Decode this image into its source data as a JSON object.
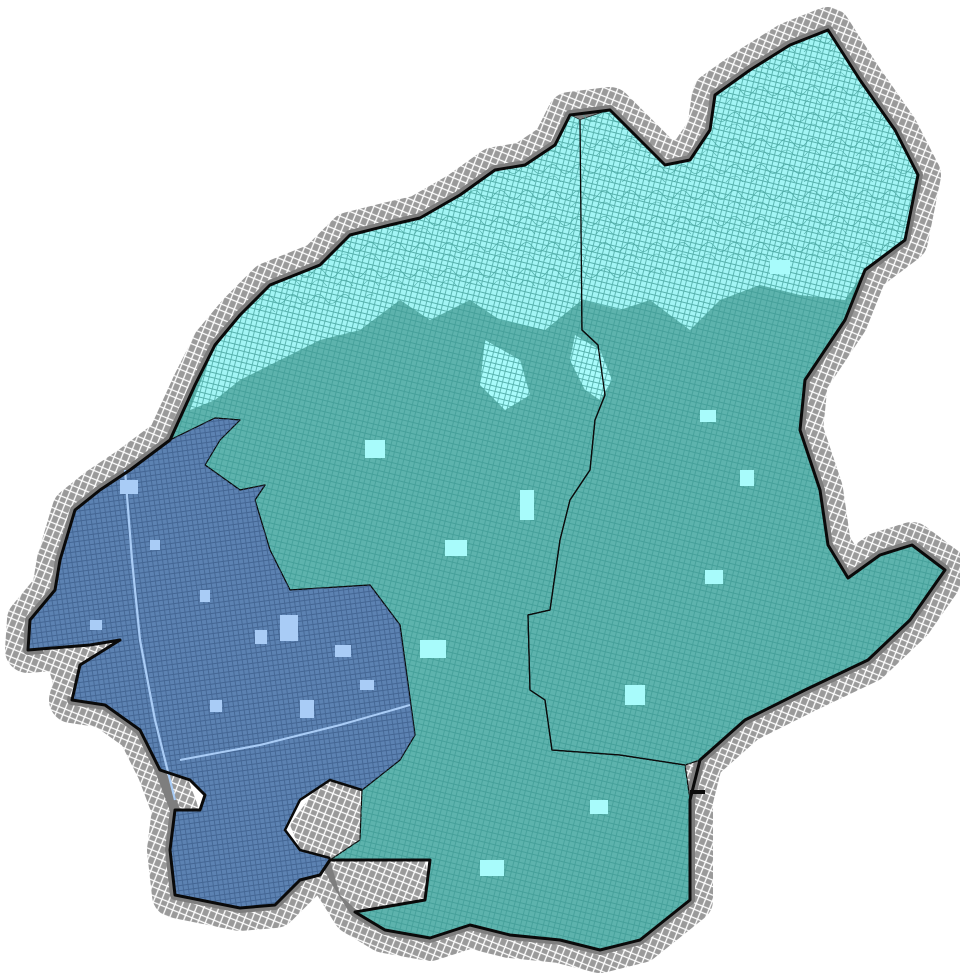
{
  "map": {
    "colors": {
      "background": "#ffffff",
      "streets_outside": "#8a8a8a",
      "outline": "#0a0a0a",
      "district_light_teal": "#a8fbfb",
      "district_teal": "#5db3ad",
      "district_blue": "#5c82b2",
      "district_light_blue": "#a9ccf6",
      "texture_teal": "#3e9a94",
      "texture_blue": "#3e5f8c"
    },
    "districts": [
      {
        "name_id": "west-district",
        "color": "#5c82b2"
      },
      {
        "name_id": "central-district",
        "color": "#5db3ad"
      },
      {
        "name_id": "east-district",
        "color": "#5db3ad"
      }
    ]
  }
}
